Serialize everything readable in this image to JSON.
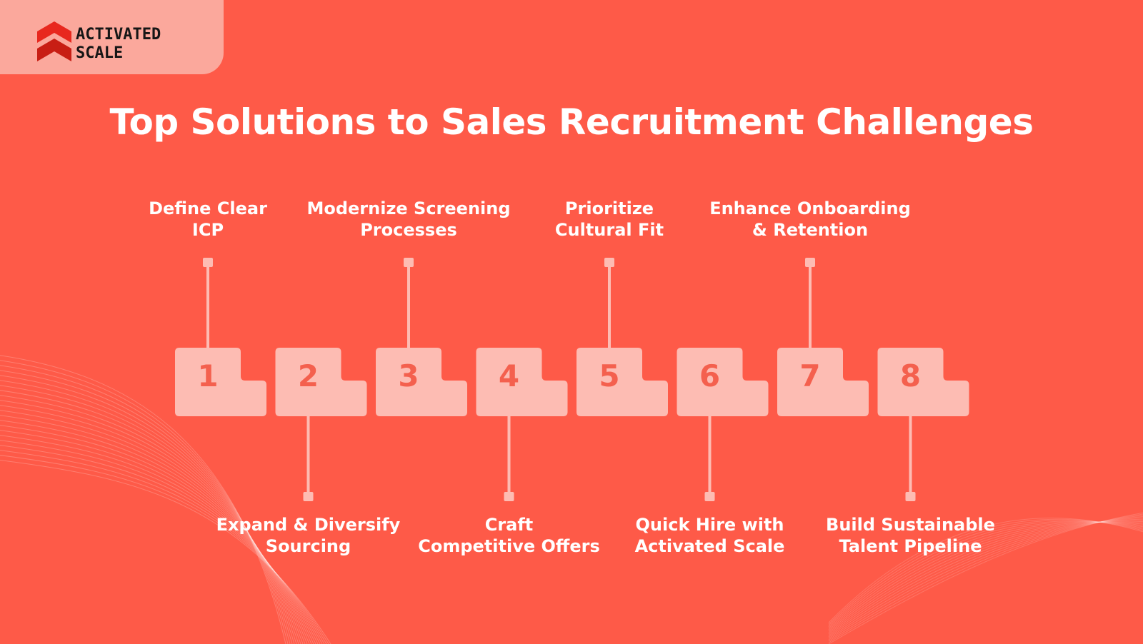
{
  "brand": {
    "line1": "ACTIVATED",
    "line2": "SCALE",
    "logo_icon": "double-chevron-up-icon",
    "logo_colors": [
      "#e8281e",
      "#c81e14"
    ]
  },
  "title": "Top Solutions to Sales Recruitment Challenges",
  "colors": {
    "background": "#fe5a48",
    "tile": "#fdbcb3",
    "number": "#f4604e",
    "connector": "#fdbcb3",
    "label": "#ffffff"
  },
  "steps": [
    {
      "number": "1",
      "label": "Define Clear\nICP",
      "position": "top"
    },
    {
      "number": "2",
      "label": "Expand & Diversify\nSourcing",
      "position": "bottom"
    },
    {
      "number": "3",
      "label": "Modernize Screening\nProcesses",
      "position": "top"
    },
    {
      "number": "4",
      "label": "Craft\nCompetitive Offers",
      "position": "bottom"
    },
    {
      "number": "5",
      "label": "Prioritize\nCultural Fit",
      "position": "top"
    },
    {
      "number": "6",
      "label": "Quick Hire with\nActivated Scale",
      "position": "bottom"
    },
    {
      "number": "7",
      "label": "Enhance Onboarding\n& Retention",
      "position": "top"
    },
    {
      "number": "8",
      "label": "Build Sustainable\nTalent Pipeline",
      "position": "bottom"
    }
  ]
}
